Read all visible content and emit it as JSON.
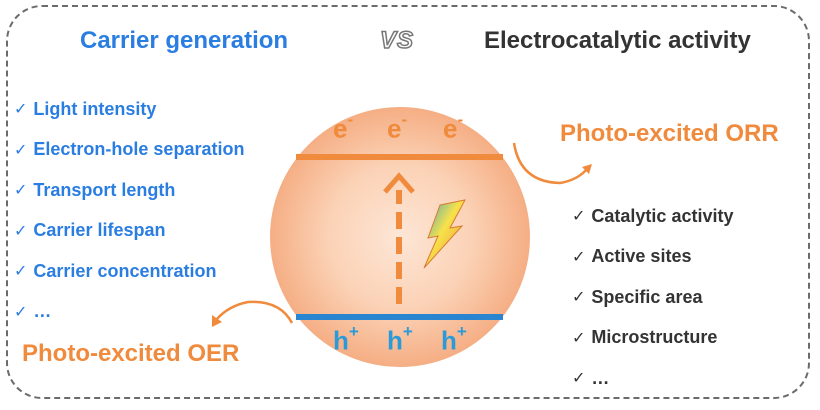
{
  "headings": {
    "left": "Carrier generation",
    "vs": "VS",
    "right": "Electrocatalytic activity"
  },
  "left_list": [
    "Light intensity",
    "Electron-hole separation",
    "Transport length",
    "Carrier lifespan",
    "Carrier concentration",
    "…"
  ],
  "right_list": [
    "Catalytic activity",
    "Active sites",
    "Specific area",
    "Microstructure",
    "…"
  ],
  "check_mark": "✓",
  "orr_label": "Photo-excited ORR",
  "oer_label": "Photo-excited OER",
  "electron": {
    "base": "e",
    "sign": "-"
  },
  "hole": {
    "base": "h",
    "sign": "+"
  },
  "colors": {
    "blue": "#2a7de1",
    "orange": "#f08a3c",
    "dark_text": "#333333",
    "conduction_band": "#f08a3c",
    "valence_band": "#2a85d0",
    "sphere": "#f7c2a0"
  },
  "icons": [
    "lightning-bolt-icon",
    "check-icon",
    "curved-arrow-icon",
    "dashed-up-arrow-icon"
  ]
}
